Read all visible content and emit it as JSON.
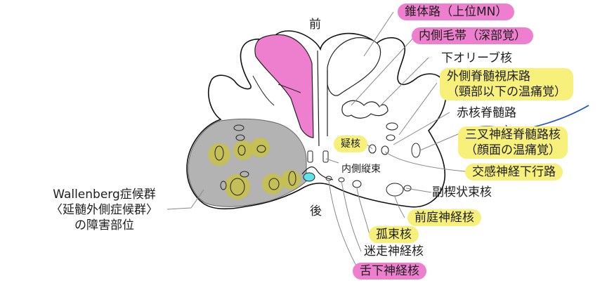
{
  "orientation": {
    "front": "前",
    "back": "後"
  },
  "labels": {
    "pyramidal_tract": "錐体路（上位MN）",
    "medial_lemniscus": "内側毛帯（深部覚）",
    "inferior_olive": "下オリーブ核",
    "spinothalamic_line1": "外側脊髄視床路",
    "spinothalamic_line2": "（頸部以下の温痛覚）",
    "rubrospinal": "赤核脊髄路",
    "trigeminal_line1": "三叉神経脊髄路核",
    "trigeminal_line2": "（顔面の温痛覚）",
    "nucleus_ambiguus": "疑核",
    "mlf": "内側縦束",
    "sympathetic": "交感神経下行路",
    "accessory_cuneate": "副楔状束核",
    "vestibular": "前庭神経核",
    "solitary": "孤束核",
    "vagus": "迷走神経核",
    "hypoglossal": "舌下神経核",
    "wallenberg_line1": "Wallenberg症候群",
    "wallenberg_line2": "〈延髄外側症候群〉",
    "wallenberg_line3": "の障害部位"
  },
  "colors": {
    "pink": "#ee7fce",
    "yellow": "#f7f07a",
    "lesion_gray": "#b3b3b3",
    "highlight_yellow": "#c8c23e",
    "mlf_cyan": "#5ee3ea",
    "annotation_blue": "#1d4fd0"
  }
}
